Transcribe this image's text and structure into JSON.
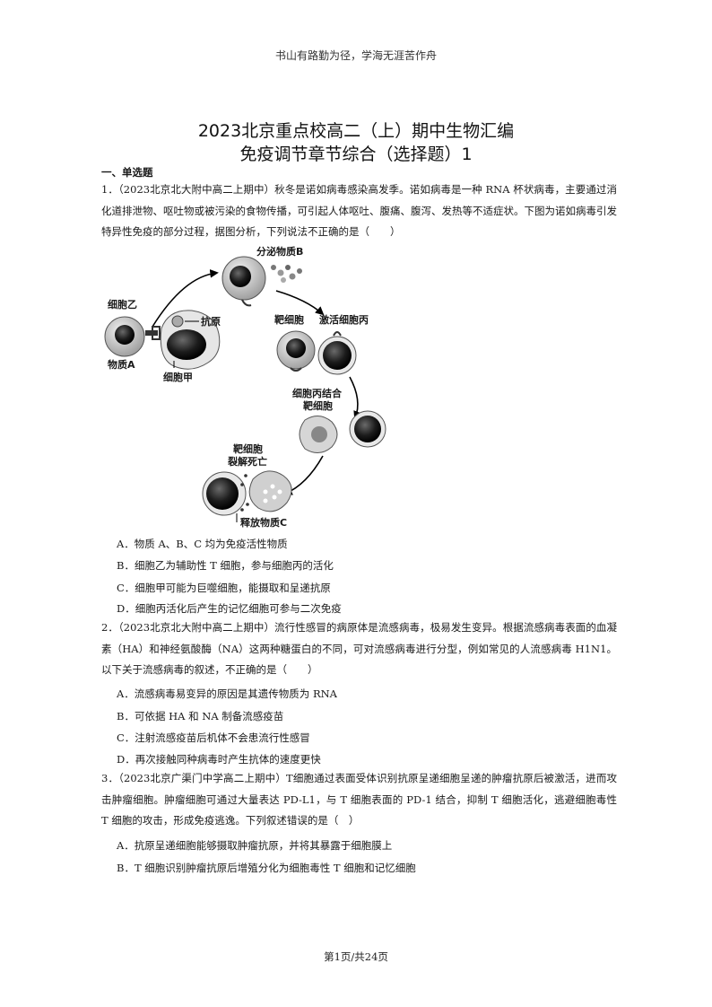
{
  "header": {
    "motto": "书山有路勤为径，学海无涯苦作舟"
  },
  "title": {
    "line1": "2023北京重点校高二（上）期中生物汇编",
    "line2": "免疫调节章节综合（选择题）1"
  },
  "section": {
    "heading": "一、单选题"
  },
  "questions": [
    {
      "stem": "1．（2023北京北大附中高二上期中）秋冬是诺如病毒感染高发季。诺如病毒是一种 RNA 杯状病毒，主要通过消化道排泄物、呕吐物或被污染的食物传播，可引起人体呕吐、腹痛、腹泻、发热等不适症状。下图为诺如病毒引发特异性免疫的部分过程，据图分析，下列说法不正确的是（　　）",
      "options": [
        "A．物质 A、B、C 均为免疫活性物质",
        "B．细胞乙为辅助性 T 细胞，参与细胞丙的活化",
        "C．细胞甲可能为巨噬细胞，能摄取和呈递抗原",
        "D．细胞丙活化后产生的记忆细胞可参与二次免疫"
      ]
    },
    {
      "stem": "2．（2023北京北大附中高二上期中）流行性感冒的病原体是流感病毒，极易发生变异。根据流感病毒表面的血凝素（HA）和神经氨酸酶（NA）这两种糖蛋白的不同，可对流感病毒进行分型，例如常见的人流感病毒 H1N1。以下关于流感病毒的叙述，不正确的是（　　）",
      "options": [
        "A．流感病毒易变异的原因是其遗传物质为 RNA",
        "B．可依据 HA 和 NA 制备流感疫苗",
        "C．注射流感疫苗后机体不会患流行性感冒",
        "D．再次接触同种病毒时产生抗体的速度更快"
      ]
    },
    {
      "stem": "3．（2023北京广渠门中学高二上期中）T细胞通过表面受体识别抗原呈递细胞呈递的肿瘤抗原后被激活，进而攻击肿瘤细胞。肿瘤细胞可通过大量表达 PD-L1，与 T 细胞表面的 PD-1 结合，抑制 T 细胞活化，逃避细胞毒性 T 细胞的攻击，形成免疫逃逸。下列叙述错误的是（　）",
      "options": [
        "A．抗原呈递细胞能够摄取肿瘤抗原，并将其暴露于细胞膜上",
        "B．T 细胞识别肿瘤抗原后增殖分化为细胞毒性 T 细胞和记忆细胞"
      ]
    }
  ],
  "diagram": {
    "labels": {
      "secreted_b": "分泌物质B",
      "cell_yi": "细胞乙",
      "antigen": "抗原",
      "substance_a": "物质A",
      "cell_jia": "细胞甲",
      "target_cell": "靶细胞",
      "activate_bing": "激活细胞丙",
      "bing_binds_1": "细胞丙结合",
      "bing_binds_2": "靶细胞",
      "lysis_1": "靶细胞",
      "lysis_2": "裂解死亡",
      "release_c": "释放物质C"
    }
  },
  "footer": {
    "page": "第1页/共24页"
  }
}
